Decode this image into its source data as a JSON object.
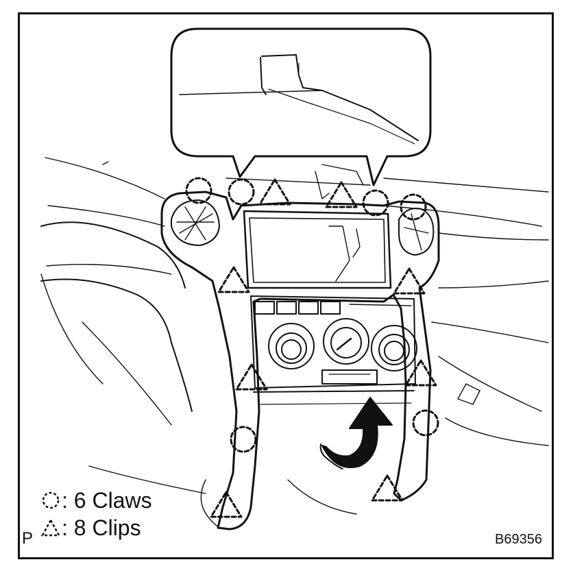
{
  "legend": {
    "claws": {
      "symbol": "circle-dashed-icon",
      "label": ": 6 Claws"
    },
    "clips": {
      "symbol": "triangle-dashed-icon",
      "label": ": 8 Clips"
    }
  },
  "page_letter": "P",
  "figure_id": "B69356",
  "colors": {
    "ink": "#111111",
    "paper": "#ffffff"
  }
}
